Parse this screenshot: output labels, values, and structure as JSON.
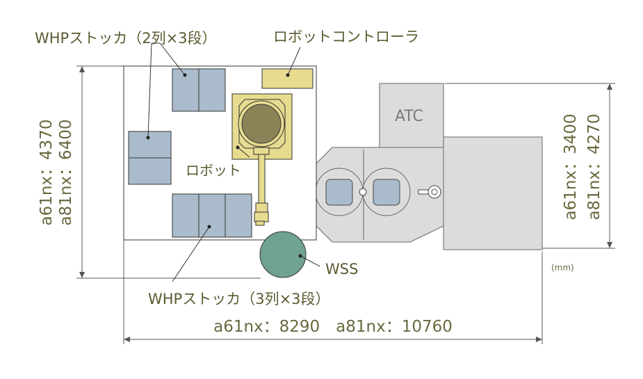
{
  "labels": {
    "whp_stocker_top": "WHPストッカ（2列×3段）",
    "robot_controller": "ロボットコントローラ",
    "robot": "ロボット",
    "atc": "ATC",
    "wss": "WSS",
    "whp_stocker_bottom": "WHPストッカ（3列×3段）",
    "unit": "(mm)"
  },
  "dimensions": {
    "left_height_a61nx": "a61nx：4370",
    "left_height_a81nx": "a81nx：6400",
    "right_height_a61nx": "a61nx：3400",
    "right_height_a81nx": "a81nx：4270",
    "total_width": "a61nx：8290　a81nx：10760"
  },
  "colors": {
    "stocker": "#aabccb",
    "robot_yellow": "#e6db8f",
    "machine_gray": "#dcdcdc",
    "wss_green": "#6fa38f",
    "label_text": "#5b5a30"
  }
}
